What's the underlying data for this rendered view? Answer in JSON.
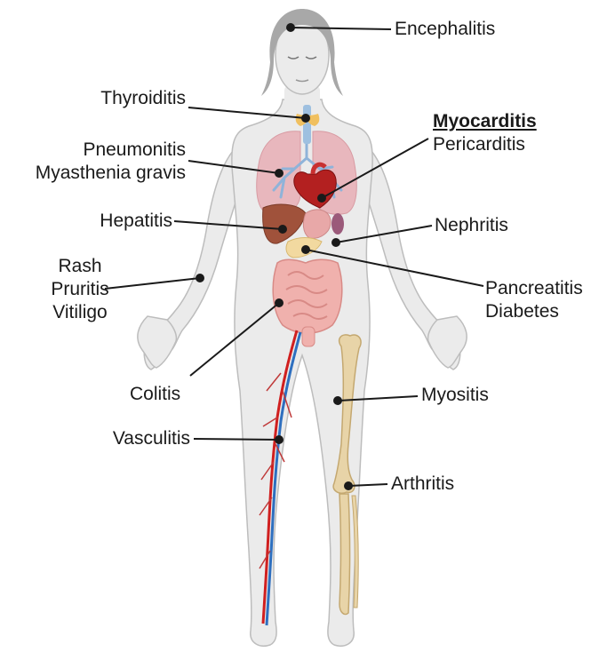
{
  "labels": {
    "encephalitis": "Encephalitis",
    "thyroiditis": "Thyroiditis",
    "myocarditis": "Myocarditis",
    "pericarditis": "Pericarditis",
    "pneumonitis": "Pneumonitis",
    "myasthenia_gravis": "Myasthenia gravis",
    "hepatitis": "Hepatitis",
    "nephritis": "Nephritis",
    "rash": "Rash",
    "pruritis": "Pruritis",
    "vitiligo": "Vitiligo",
    "pancreatitis": "Pancreatitis",
    "diabetes": "Diabetes",
    "colitis": "Colitis",
    "myositis": "Myositis",
    "vasculitis": "Vasculitis",
    "arthritis": "Arthritis"
  },
  "colors": {
    "skin": "#ebebeb",
    "outline": "#b8b8b8",
    "hair": "#a6a6a6",
    "lungs": "#e8b7bd",
    "bronchi": "#8fb3d9",
    "heart": "#b32020",
    "liver": "#a0523b",
    "intestine": "#f0b1ad",
    "pancreas": "#f2d9a0",
    "bone": "#e8d4a8",
    "artery": "#d01f1f",
    "vein": "#2e6fbf",
    "leader_line": "#1a1a1a"
  }
}
